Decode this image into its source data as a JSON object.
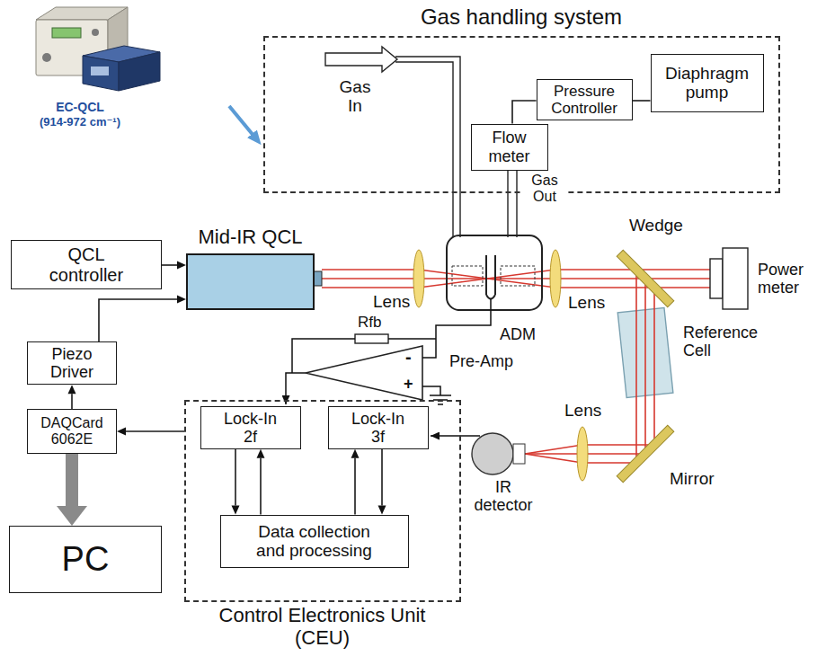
{
  "diagram": {
    "nodes": [
      {
        "text": [
          "Gas handling system"
        ]
      },
      {
        "text": [
          "Pressure Controller"
        ],
        "in": 0
      },
      {
        "text": [
          "Diaphragm pump"
        ],
        "in": 0
      },
      {
        "text": [
          "Flow meter"
        ],
        "in": 0
      },
      {
        "text": [
          "Mid-IR QCL"
        ]
      },
      {
        "text": [
          "QCL controller"
        ]
      },
      {
        "text": [
          "Piezo Driver"
        ]
      },
      {
        "text": [
          "DAQCard 6062E"
        ]
      },
      {
        "text": [
          "Control Electronics Unit (CEU)"
        ]
      },
      {
        "text": [
          "Lock-In 2f"
        ],
        "in": 8
      },
      {
        "text": [
          "Lock-In 3f"
        ],
        "in": 8
      },
      {
        "text": [
          "Data collection and processing"
        ],
        "in": 8
      },
      {
        "text": [
          "PC"
        ]
      }
    ],
    "edges": [
      {
        "from": 3,
        "to": 1,
        "arrow": "none"
      },
      {
        "from": 1,
        "to": 2,
        "arrow": "none"
      },
      {
        "from": 5,
        "to": 4,
        "arrow": "to"
      },
      {
        "from": 6,
        "to": 4,
        "arrow": "to"
      },
      {
        "from": 7,
        "to": 6,
        "arrow": "to"
      },
      {
        "from": 7,
        "to": 12,
        "arrow": "to"
      },
      {
        "from": 8,
        "to": 7,
        "arrow": "to"
      },
      {
        "from": 9,
        "to": 11,
        "arrow": "to"
      },
      {
        "from": 11,
        "to": 9,
        "arrow": "to"
      },
      {
        "from": 11,
        "to": 10,
        "arrow": "to"
      },
      {
        "from": 10,
        "to": 11,
        "arrow": "to"
      }
    ],
    "labels": [
      "EC-QCL",
      "(914-972 cm⁻¹)",
      "Gas In",
      "Gas Out",
      "Lens",
      "Lens",
      "Lens",
      "Wedge",
      "Power meter",
      "Reference Cell",
      "Mirror",
      "IR detector",
      "ADM",
      "Pre-Amp",
      "Rfb",
      "-",
      "+"
    ]
  }
}
